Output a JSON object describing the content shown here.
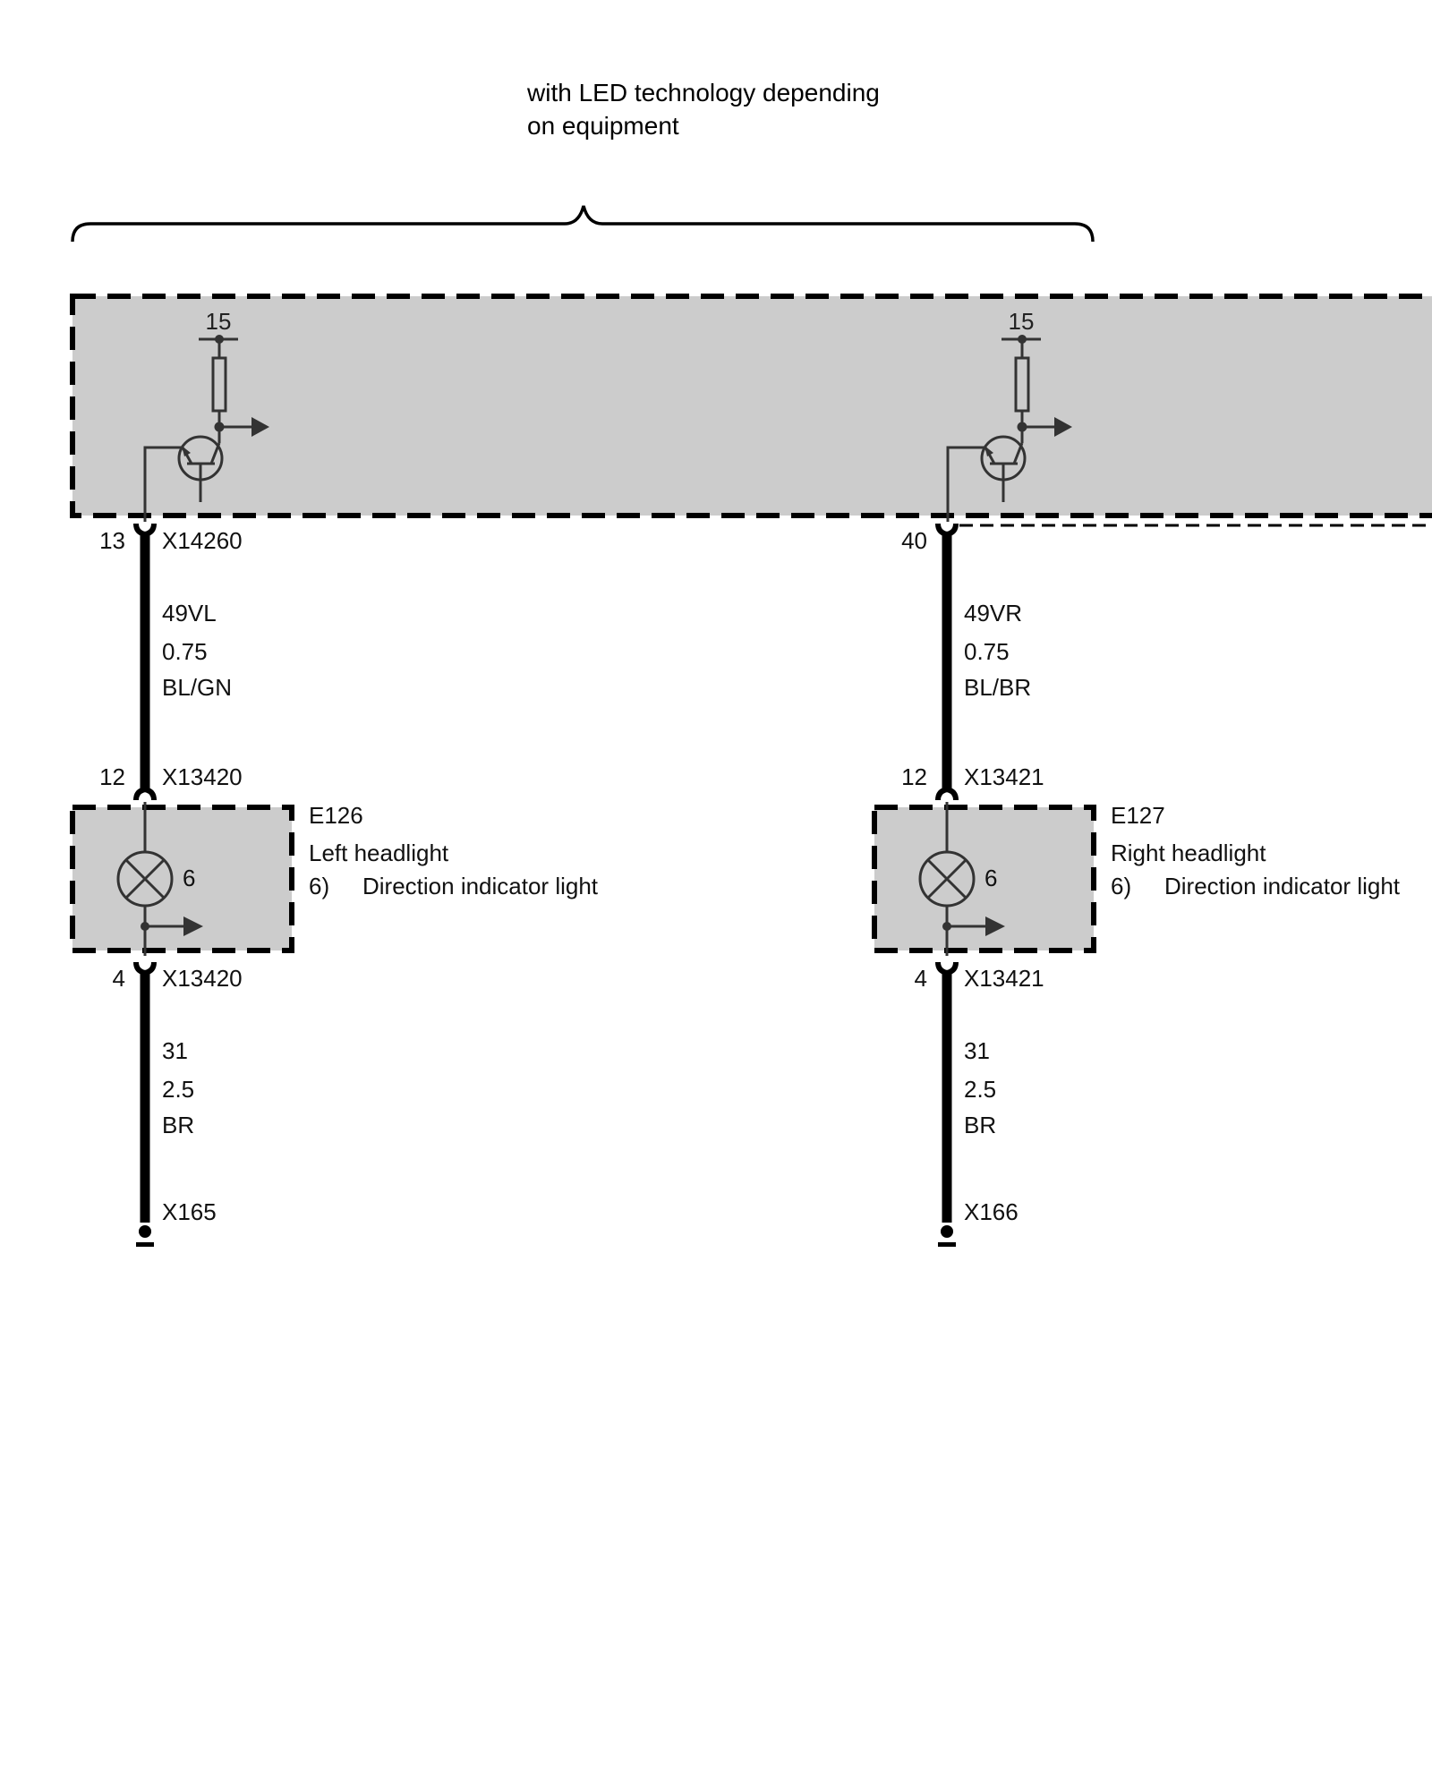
{
  "note": {
    "line1": "with LED technology depending",
    "line2": "on equipment"
  },
  "colors": {
    "module_fill": "#cccccc",
    "wire": "#000000",
    "symbol": "#333333"
  },
  "control_unit": {
    "channels": [
      {
        "supply_terminal": "15",
        "pin": "13",
        "connector": "X14260"
      },
      {
        "supply_terminal": "15",
        "pin": "40",
        "connector": ""
      }
    ]
  },
  "circuits": [
    {
      "upper_wire": {
        "pin_top": "13",
        "connector_top": "X14260",
        "signal": "49VL",
        "cross_section": "0.75",
        "color": "BL/GN",
        "pin_bottom": "12",
        "connector_bottom": "X13420"
      },
      "component": {
        "id": "E126",
        "name": "Left headlight",
        "lamp_ref": "6",
        "legend_num": "6)",
        "legend_text": "Direction indicator light"
      },
      "lower_wire": {
        "pin_top": "4",
        "connector_top": "X13420",
        "signal": "31",
        "cross_section": "2.5",
        "color": "BR",
        "ground": "X165"
      }
    },
    {
      "upper_wire": {
        "pin_top": "40",
        "connector_top": "",
        "signal": "49VR",
        "cross_section": "0.75",
        "color": "BL/BR",
        "pin_bottom": "12",
        "connector_bottom": "X13421"
      },
      "component": {
        "id": "E127",
        "name": "Right headlight",
        "lamp_ref": "6",
        "legend_num": "6)",
        "legend_text": "Direction indicator light"
      },
      "lower_wire": {
        "pin_top": "4",
        "connector_top": "X13421",
        "signal": "31",
        "cross_section": "2.5",
        "color": "BR",
        "ground": "X166"
      }
    }
  ]
}
